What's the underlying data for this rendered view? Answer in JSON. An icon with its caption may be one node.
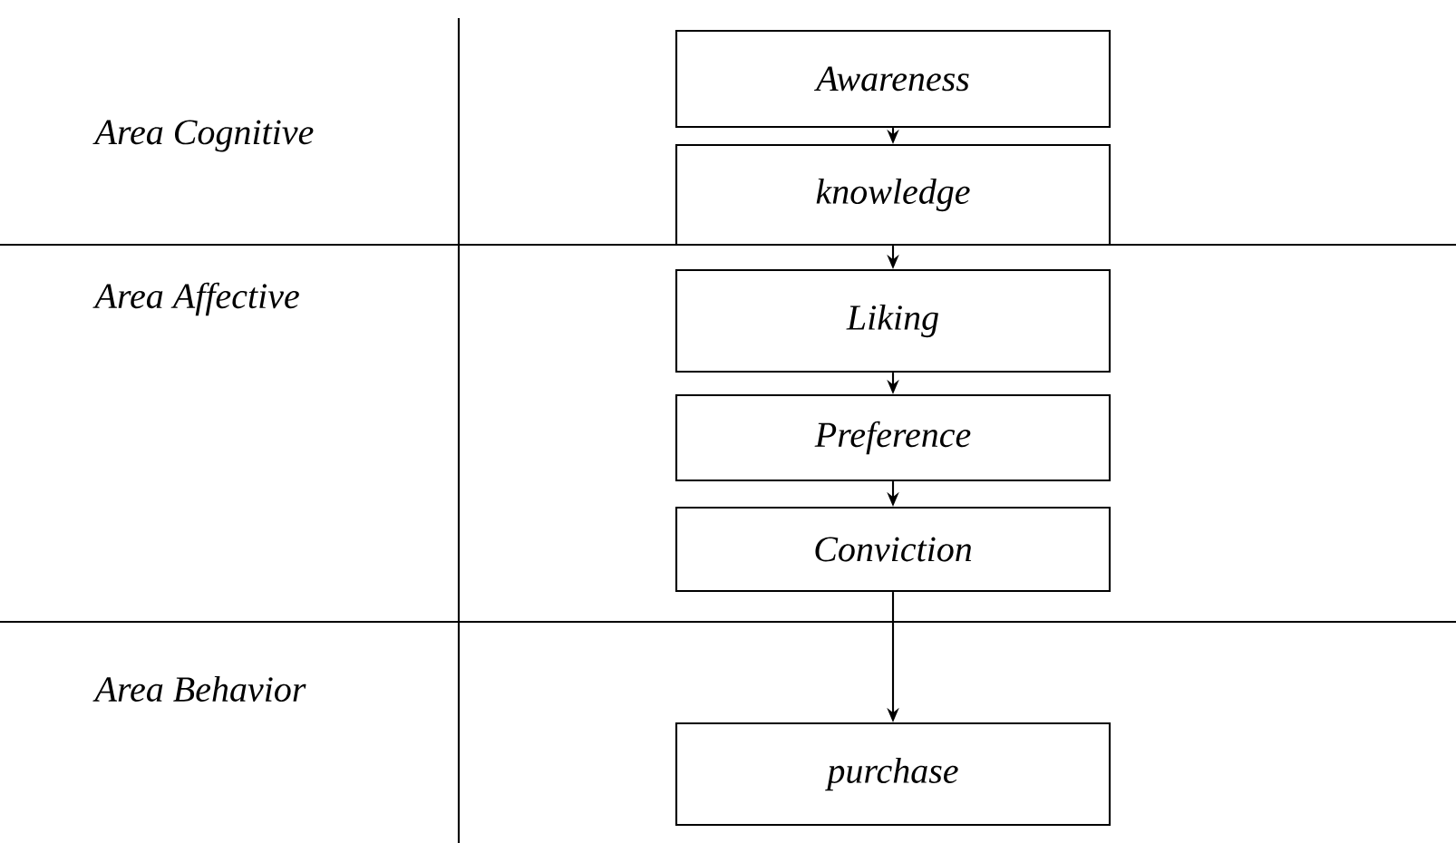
{
  "diagram": {
    "nodes": [
      {
        "text": [
          "Awareness"
        ]
      },
      {
        "text": [
          "knowledge"
        ]
      },
      {
        "text": [
          "Liking"
        ]
      },
      {
        "text": [
          "Preference"
        ]
      },
      {
        "text": [
          "Conviction"
        ]
      },
      {
        "text": [
          "purchase"
        ]
      }
    ],
    "edges": [
      {
        "from": 0,
        "to": 1,
        "arrow": "to"
      },
      {
        "from": 1,
        "to": 2,
        "arrow": "to"
      },
      {
        "from": 2,
        "to": 3,
        "arrow": "to"
      },
      {
        "from": 3,
        "to": 4,
        "arrow": "to"
      },
      {
        "from": 4,
        "to": 5,
        "arrow": "to"
      }
    ],
    "labels": [
      "Area Cognitive",
      "Area Affective",
      "Area Behavior"
    ]
  }
}
